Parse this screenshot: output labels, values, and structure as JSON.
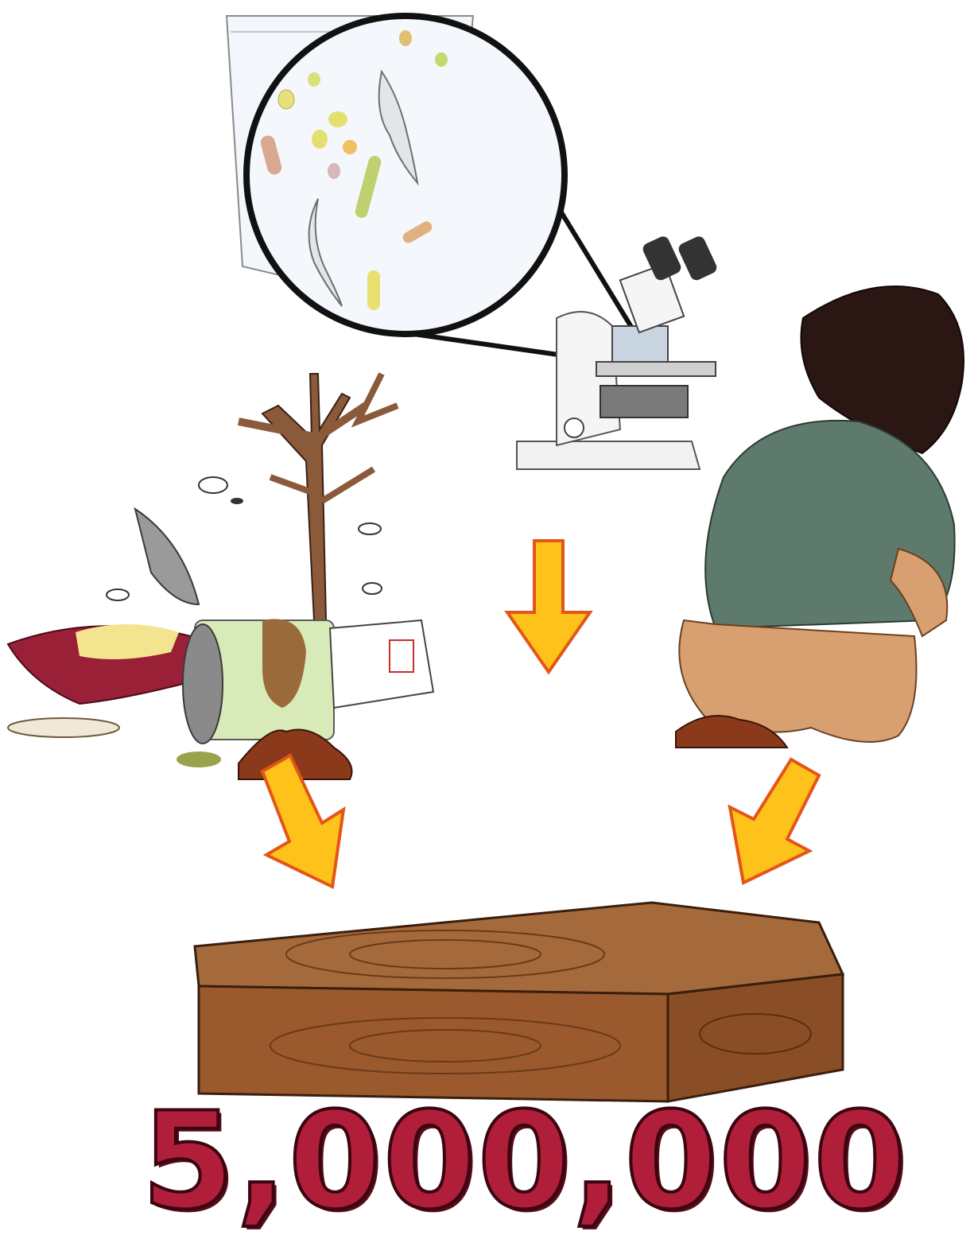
{
  "illustration": {
    "labels": [
      "magnified-water-with-microbes",
      "microscope",
      "garbage-pile-with-flies",
      "person-defecating-in-open",
      "coffin"
    ],
    "big_number": "5,000,000",
    "colors": {
      "arrow_fill": "#ffc21a",
      "arrow_stroke": "#e2561a",
      "number_fill": "#b01e3a",
      "coffin_wood": "#9a5a2e"
    }
  }
}
